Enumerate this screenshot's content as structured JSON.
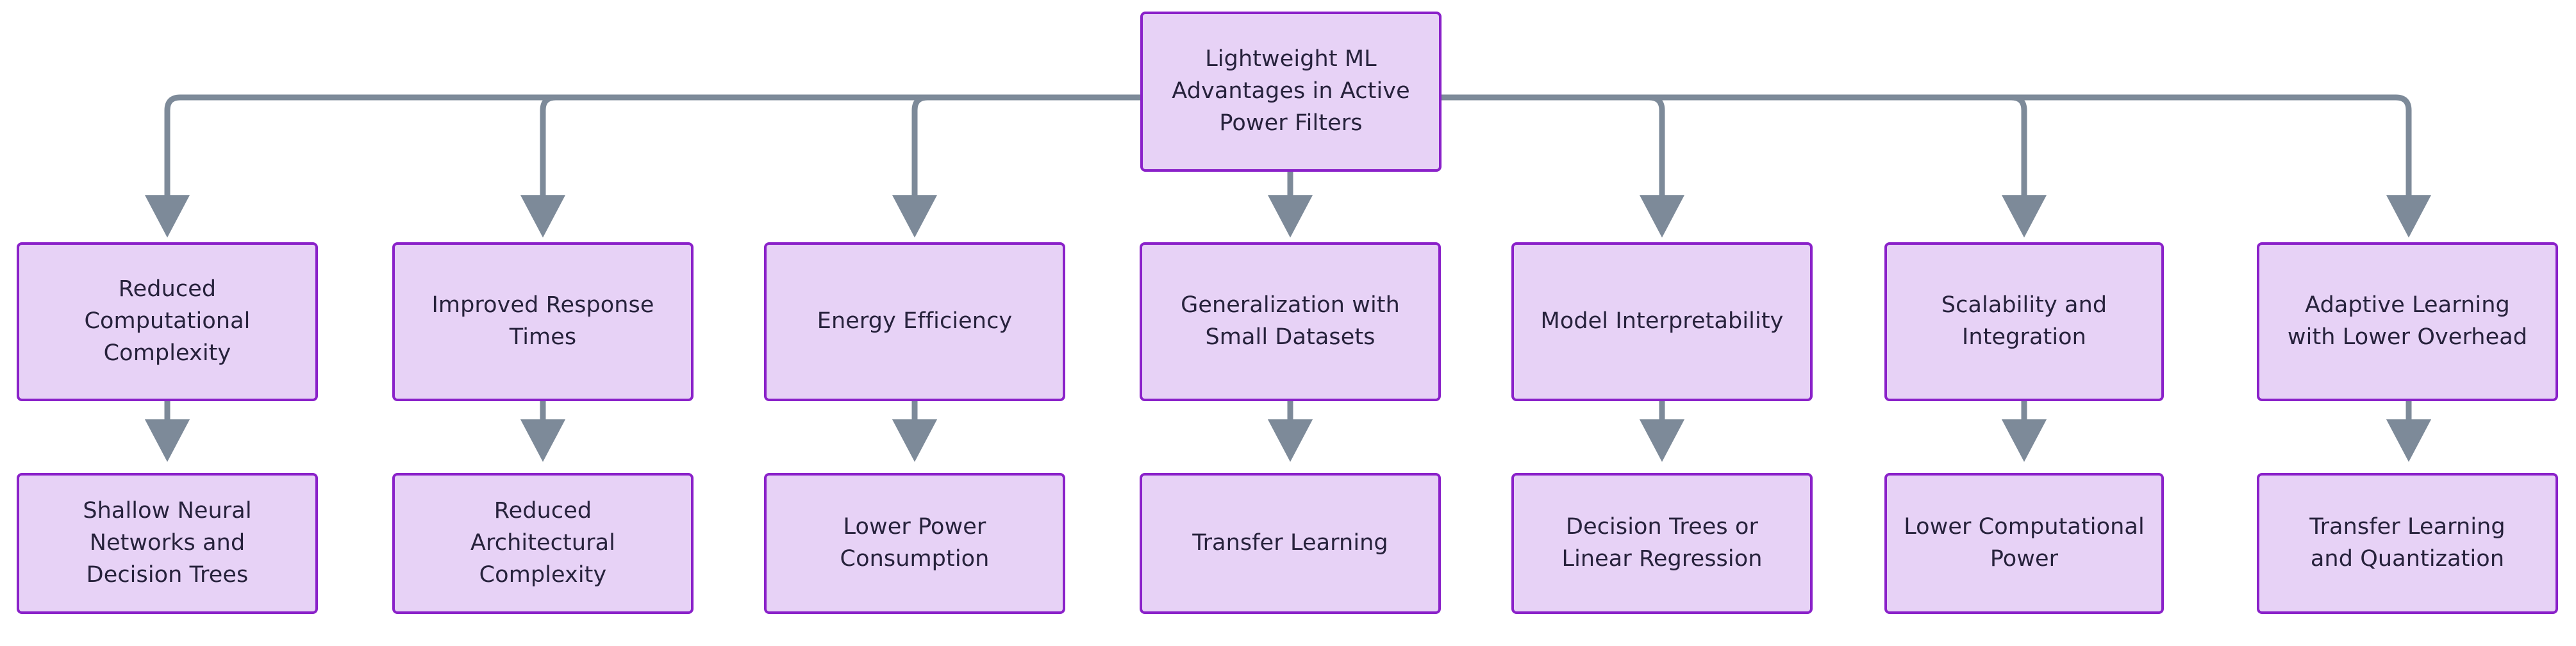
{
  "diagram": {
    "type": "flowchart",
    "orientation": "top-down",
    "title_node": {
      "id": "root",
      "label": "Lightweight ML\nAdvantages in Active\nPower Filters"
    },
    "colors": {
      "node_fill": "#e7d2f6",
      "node_border": "#8a21c9",
      "node_text": "#27223c",
      "edge_line": "#7d8a99",
      "background": "#ffffff"
    },
    "branches": [
      {
        "id": "branch-1",
        "label": "Reduced\nComputational\nComplexity",
        "child": {
          "id": "leaf-1",
          "label": "Shallow Neural\nNetworks and\nDecision Trees"
        }
      },
      {
        "id": "branch-2",
        "label": "Improved Response\nTimes",
        "child": {
          "id": "leaf-2",
          "label": "Reduced\nArchitectural\nComplexity"
        }
      },
      {
        "id": "branch-3",
        "label": "Energy Efficiency",
        "child": {
          "id": "leaf-3",
          "label": "Lower Power\nConsumption"
        }
      },
      {
        "id": "branch-4",
        "label": "Generalization with\nSmall Datasets",
        "child": {
          "id": "leaf-4",
          "label": "Transfer Learning"
        }
      },
      {
        "id": "branch-5",
        "label": "Model Interpretability",
        "child": {
          "id": "leaf-5",
          "label": "Decision Trees or\nLinear Regression"
        }
      },
      {
        "id": "branch-6",
        "label": "Scalability and\nIntegration",
        "child": {
          "id": "leaf-6",
          "label": "Lower Computational\nPower"
        }
      },
      {
        "id": "branch-7",
        "label": "Adaptive Learning\nwith Lower Overhead",
        "child": {
          "id": "leaf-7",
          "label": "Transfer Learning\nand Quantization"
        }
      }
    ]
  }
}
